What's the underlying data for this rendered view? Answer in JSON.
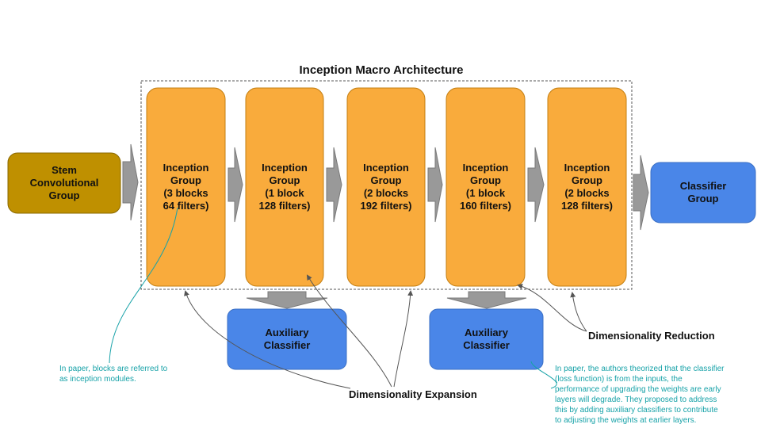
{
  "title": "Inception Macro Architecture",
  "colors": {
    "stem": "#bf9000",
    "group": "#f9ab3c",
    "classifier": "#4a86e8",
    "arrow": "#999999",
    "note": "#17a2a8"
  },
  "stem": {
    "label": "Stem\nConvolutional\nGroup"
  },
  "groups": [
    {
      "label": "Inception\nGroup\n(3 blocks\n64 filters)"
    },
    {
      "label": "Inception\nGroup\n(1 block\n128 filters)"
    },
    {
      "label": "Inception\nGroup\n(2 blocks\n192 filters)"
    },
    {
      "label": "Inception\nGroup\n(1 block\n160 filters)"
    },
    {
      "label": "Inception\nGroup\n(2 blocks\n128 filters)"
    }
  ],
  "classifier": {
    "label": "Classifier\nGroup"
  },
  "auxiliary": [
    {
      "label": "Auxiliary\nClassifier"
    },
    {
      "label": "Auxiliary\nClassifier"
    }
  ],
  "captions": {
    "reduction": "Dimensionality Reduction",
    "expansion": "Dimensionality Expansion"
  },
  "notes": {
    "modules": "In paper, blocks are referred to\nas inception modules.",
    "auxiliary": "In paper, the authors theorized that the classifier\n(loss function) is from the inputs, the\nperformance of upgrading the weights are early\nlayers will degrade. They proposed to address\nthis by adding auxiliary classifiers to contribute\nto adjusting the weights at earlier layers."
  }
}
